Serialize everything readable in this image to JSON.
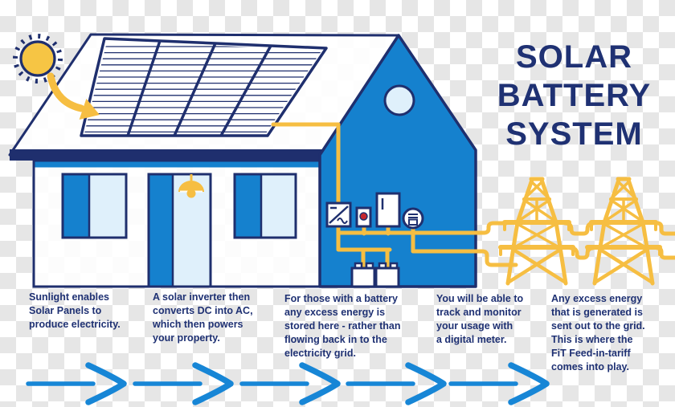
{
  "title": "SOLAR\nBATTERY\nSYSTEM",
  "steps": [
    {
      "text": "Sunlight enables\nSolar Panels to\nproduce electricity."
    },
    {
      "text": "A solar inverter then\nconverts DC into AC,\nwhich then powers\nyour property."
    },
    {
      "text": "For those with a battery\nany excess energy is\nstored here - rather than\nflowing back in to the\nelectricity grid."
    },
    {
      "text": "You will be able to\ntrack and monitor\nyour usage with\na digital meter."
    },
    {
      "text": "Any excess energy\nthat is generated is\nsent out to the grid.\nThis is where the\nFiT Feed-in-tariff\ncomes into play."
    }
  ],
  "icons": [
    "sun-icon",
    "sun-to-panel-arrow-icon",
    "solar-panel-icon",
    "pendant-lamp-icon",
    "round-window-icon",
    "inverter-icon",
    "switch-icon",
    "battery-cabinet-icon",
    "meter-icon",
    "battery-icon",
    "pylon-icon",
    "grid-wire-icon",
    "step-arrow-icon"
  ],
  "colors": {
    "navy": "#1f2f6e",
    "text": "#1f3173",
    "blue": "#1581ce",
    "arrow": "#1786d6",
    "pane": "#dff0fb",
    "yellow": "#f6be42",
    "sun": "#f6c544",
    "red": "#c4262e",
    "checker": "#e6e6e6"
  }
}
